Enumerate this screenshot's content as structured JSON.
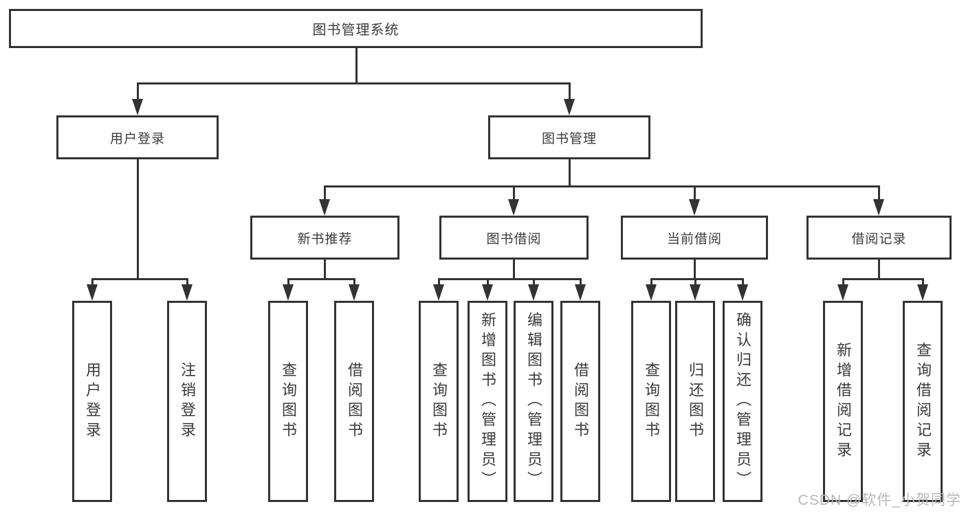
{
  "diagram": {
    "title": "图书管理系统",
    "level2": {
      "user_login": "用户登录",
      "book_management": "图书管理"
    },
    "level3": {
      "new_book_recommend": "新书推荐",
      "book_borrow": "图书借阅",
      "current_borrow": "当前借阅",
      "borrow_records": "借阅记录"
    },
    "leaves": {
      "user_login": "用户登录",
      "logout": "注销登录",
      "query_books_1": "查询图书",
      "borrow_books_1": "借阅图书",
      "query_books_2": "查询图书",
      "add_book_admin": "新增图书（管理员）",
      "edit_book_admin": "编辑图书（管理员）",
      "borrow_books_2": "借阅图书",
      "query_books_3": "查询图书",
      "return_book": "归还图书",
      "confirm_return_admin": "确认归还（管理员）",
      "add_borrow_record": "新增借阅记录",
      "query_borrow_record": "查询借阅记录"
    },
    "colors": {
      "line": "#333333",
      "text": "#3a3a3a",
      "background": "#ffffff",
      "watermark": "#b8b8b8"
    }
  },
  "watermark": {
    "text": "CSDN @软件_小贺同学"
  }
}
